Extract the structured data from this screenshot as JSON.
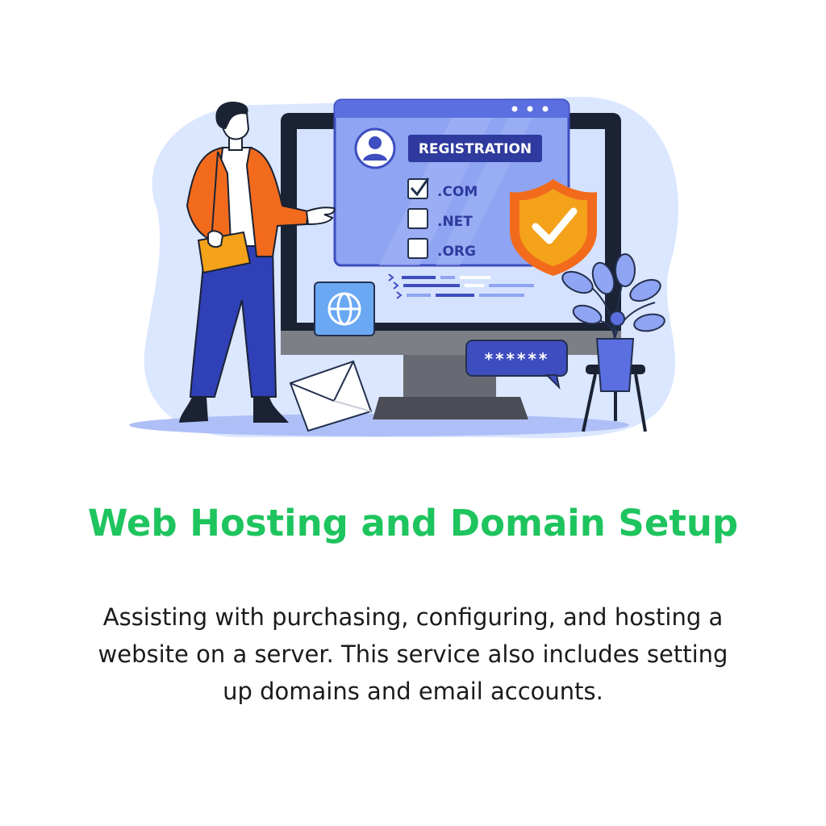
{
  "illustration": {
    "registration_label": "REGISTRATION",
    "domain_options": [
      {
        "label": ".COM",
        "checked": true
      },
      {
        "label": ".NET",
        "checked": false
      },
      {
        "label": ".ORG",
        "checked": false
      }
    ],
    "password_mask": "******",
    "icons": [
      "user-icon",
      "globe-icon",
      "shield-check-icon",
      "envelope-icon",
      "plant-icon",
      "monitor-icon",
      "browser-dots-icon"
    ]
  },
  "title": "Web Hosting and Domain Setup",
  "description": "Assisting with purchasing, configuring, and hosting a website on a server. This service also includes setting up domains and email accounts.",
  "colors": {
    "title": "#1ec45e",
    "accent_blue": "#5b6fe0",
    "dark_navy": "#23304f",
    "light_blue": "#dbe6ff",
    "orange": "#f26b1d",
    "shield_orange": "#f4a219",
    "text": "#1b1b1b"
  }
}
